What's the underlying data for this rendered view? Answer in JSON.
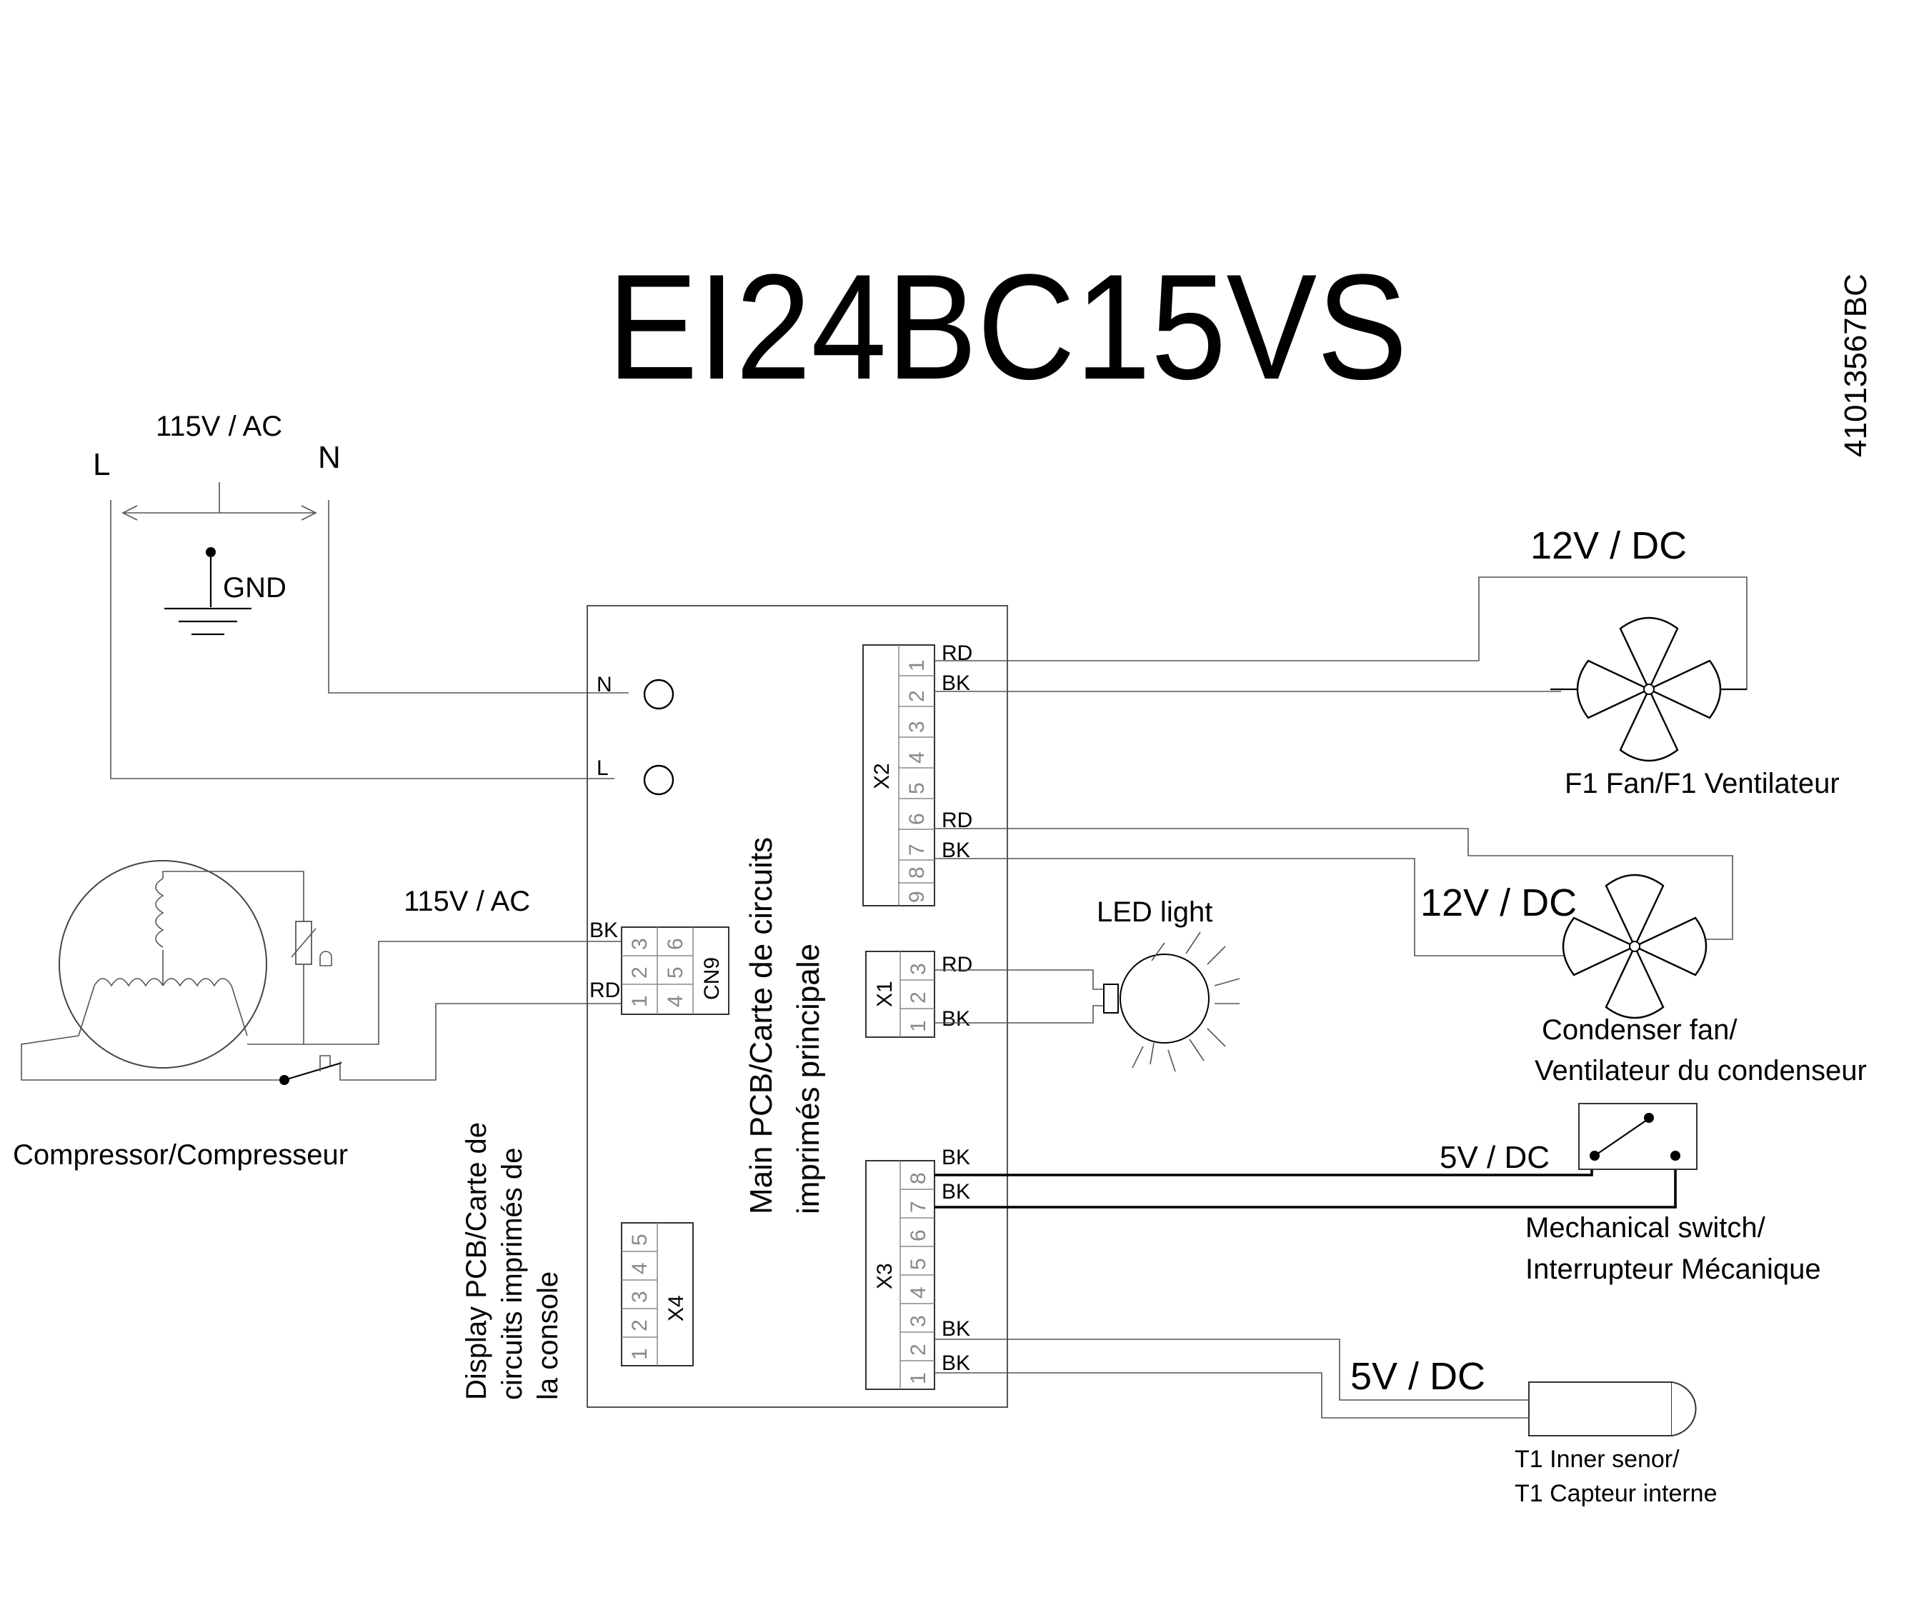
{
  "title": "EI24BC15VS",
  "doc_code": "41013567BC",
  "power": {
    "supply_label": "115V / AC",
    "line_label": "L",
    "neutral_label": "N",
    "ground_label": "GND",
    "pcb_n": "N",
    "pcb_l": "L"
  },
  "compressor": {
    "label": "Compressor/Compresseur",
    "supply_label": "115V / AC"
  },
  "main_pcb": {
    "label_line1": "Main PCB/Carte de circuits",
    "label_line2": "imprimés principale"
  },
  "display_pcb": {
    "label_line1": "Display PCB/Carte de",
    "label_line2": "circuits imprimés de",
    "label_line3": "la console"
  },
  "connectors": {
    "cn9": {
      "name": "CN9",
      "pins": [
        "1",
        "2",
        "3",
        "4",
        "5",
        "6"
      ],
      "wire_bk": "BK",
      "wire_rd": "RD"
    },
    "x2": {
      "name": "X2",
      "pins": [
        "1",
        "2",
        "3",
        "4",
        "5",
        "6",
        "7",
        "8",
        "9"
      ],
      "wire_1": "RD",
      "wire_2": "BK",
      "wire_7": "RD",
      "wire_8": "BK"
    },
    "x1": {
      "name": "X1",
      "pins": [
        "1",
        "2",
        "3"
      ],
      "wire_3": "RD",
      "wire_1": "BK"
    },
    "x3": {
      "name": "X3",
      "pins": [
        "1",
        "2",
        "3",
        "4",
        "5",
        "6",
        "7",
        "8"
      ],
      "wire_8": "BK",
      "wire_7": "BK",
      "wire_3": "BK",
      "wire_1": "BK"
    },
    "x4": {
      "name": "X4",
      "pins": [
        "1",
        "2",
        "3",
        "4",
        "5"
      ]
    }
  },
  "f1_fan": {
    "voltage": "12V / DC",
    "label": "F1 Fan/F1 Ventilateur"
  },
  "condenser_fan": {
    "voltage": "12V / DC",
    "label_line1": "Condenser fan/",
    "label_line2": "Ventilateur du condenseur"
  },
  "led": {
    "label": "LED light"
  },
  "mech_switch": {
    "voltage": "5V / DC",
    "label_line1": "Mechanical switch/",
    "label_line2": "Interrupteur Mécanique"
  },
  "t1_sensor": {
    "voltage": "5V / DC",
    "label_line1": "T1 Inner senor/",
    "label_line2": "T1 Capteur interne"
  }
}
